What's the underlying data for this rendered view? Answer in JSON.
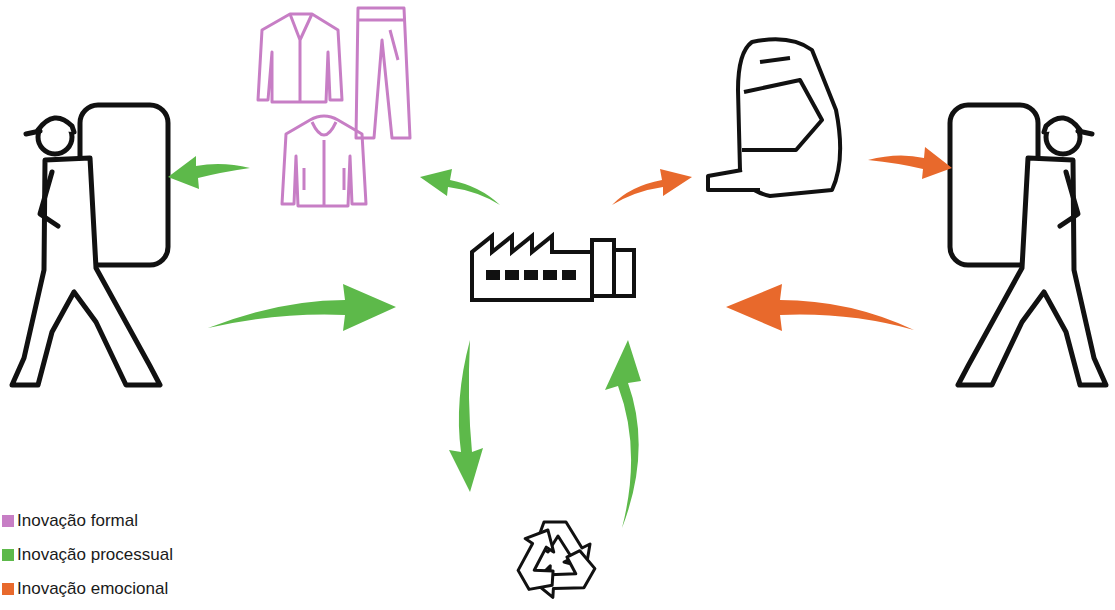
{
  "diagram": {
    "legend": [
      {
        "text": "Inovação formal",
        "color": "#c77ec5"
      },
      {
        "text": "Inovação processual",
        "color": "#5db94a"
      },
      {
        "text": "Inovação emocional",
        "color": "#e8692c"
      }
    ]
  }
}
